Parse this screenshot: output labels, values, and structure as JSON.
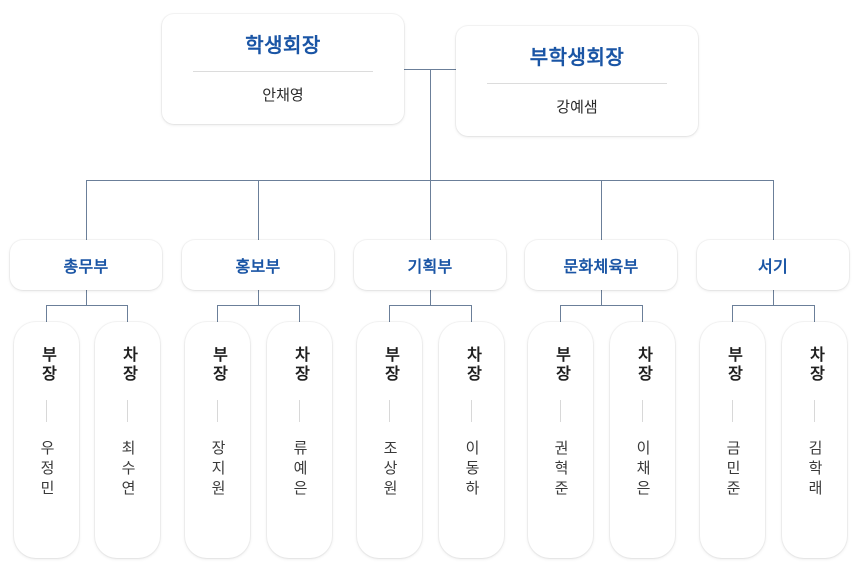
{
  "chart": {
    "type": "org-chart",
    "executives": [
      {
        "title": "학생회장",
        "name": "안채영"
      },
      {
        "title": "부학생회장",
        "name": "강예샘"
      }
    ],
    "departments": [
      {
        "title": "총무부",
        "members": [
          {
            "role": "부장",
            "name": "우정민"
          },
          {
            "role": "차장",
            "name": "최수연"
          }
        ]
      },
      {
        "title": "홍보부",
        "members": [
          {
            "role": "부장",
            "name": "장지원"
          },
          {
            "role": "차장",
            "name": "류예은"
          }
        ]
      },
      {
        "title": "기획부",
        "members": [
          {
            "role": "부장",
            "name": "조상원"
          },
          {
            "role": "차장",
            "name": "이동하"
          }
        ]
      },
      {
        "title": "문화체육부",
        "members": [
          {
            "role": "부장",
            "name": "권혁준"
          },
          {
            "role": "차장",
            "name": "이채은"
          }
        ]
      },
      {
        "title": "서기",
        "members": [
          {
            "role": "부장",
            "name": "금민준"
          },
          {
            "role": "차장",
            "name": "김학래"
          }
        ]
      }
    ],
    "colors": {
      "title_blue": "#1a55a5",
      "connector": "#6b7f99",
      "card_background": "#ffffff",
      "divider": "#dcdcdc",
      "name_text": "#2b2b2b",
      "role_text": "#1f1f1f",
      "page_background": "#ffffff"
    }
  }
}
